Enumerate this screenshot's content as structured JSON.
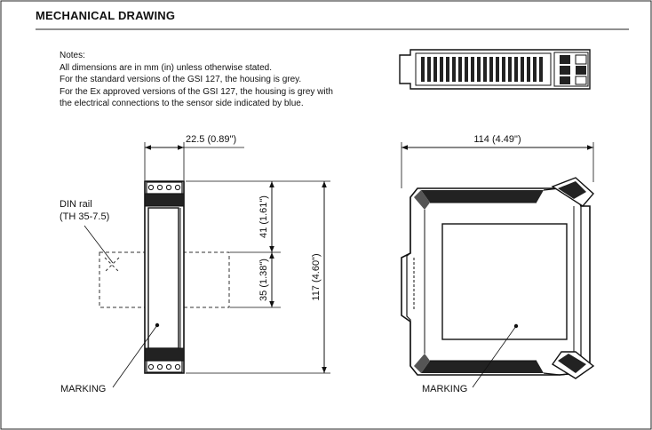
{
  "title": "MECHANICAL DRAWING",
  "notes": [
    "Notes:",
    "All dimensions are in mm (in) unless otherwise stated.",
    "For the standard versions of the GSI 127, the housing is grey.",
    "For the Ex approved versions of the GSI 127, the housing is grey with",
    "the electrical connections to the sensor side indicated by blue."
  ],
  "front_view": {
    "width_dim": "22.5 (0.89\")",
    "dim_41": "41 (1.61\")",
    "dim_35": "35 (1.38\")",
    "dim_117": "117 (4.60\")",
    "din_rail_label": "DIN rail",
    "din_rail_spec": "(TH 35-7.5)",
    "marking_label": "MARKING"
  },
  "side_view": {
    "width_dim": "114 (4.49\")",
    "marking_label": "MARKING"
  }
}
